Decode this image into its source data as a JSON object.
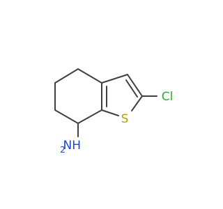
{
  "molecule": {
    "atoms": {
      "sulfur": {
        "symbol": "S",
        "color": "#b8a000"
      },
      "chlorine": {
        "symbol": "Cl",
        "color": "#28b428"
      },
      "amine": {
        "symbol": "NH",
        "subscript": "2",
        "color": "#2040e0"
      }
    },
    "bond_color": "#404040"
  }
}
